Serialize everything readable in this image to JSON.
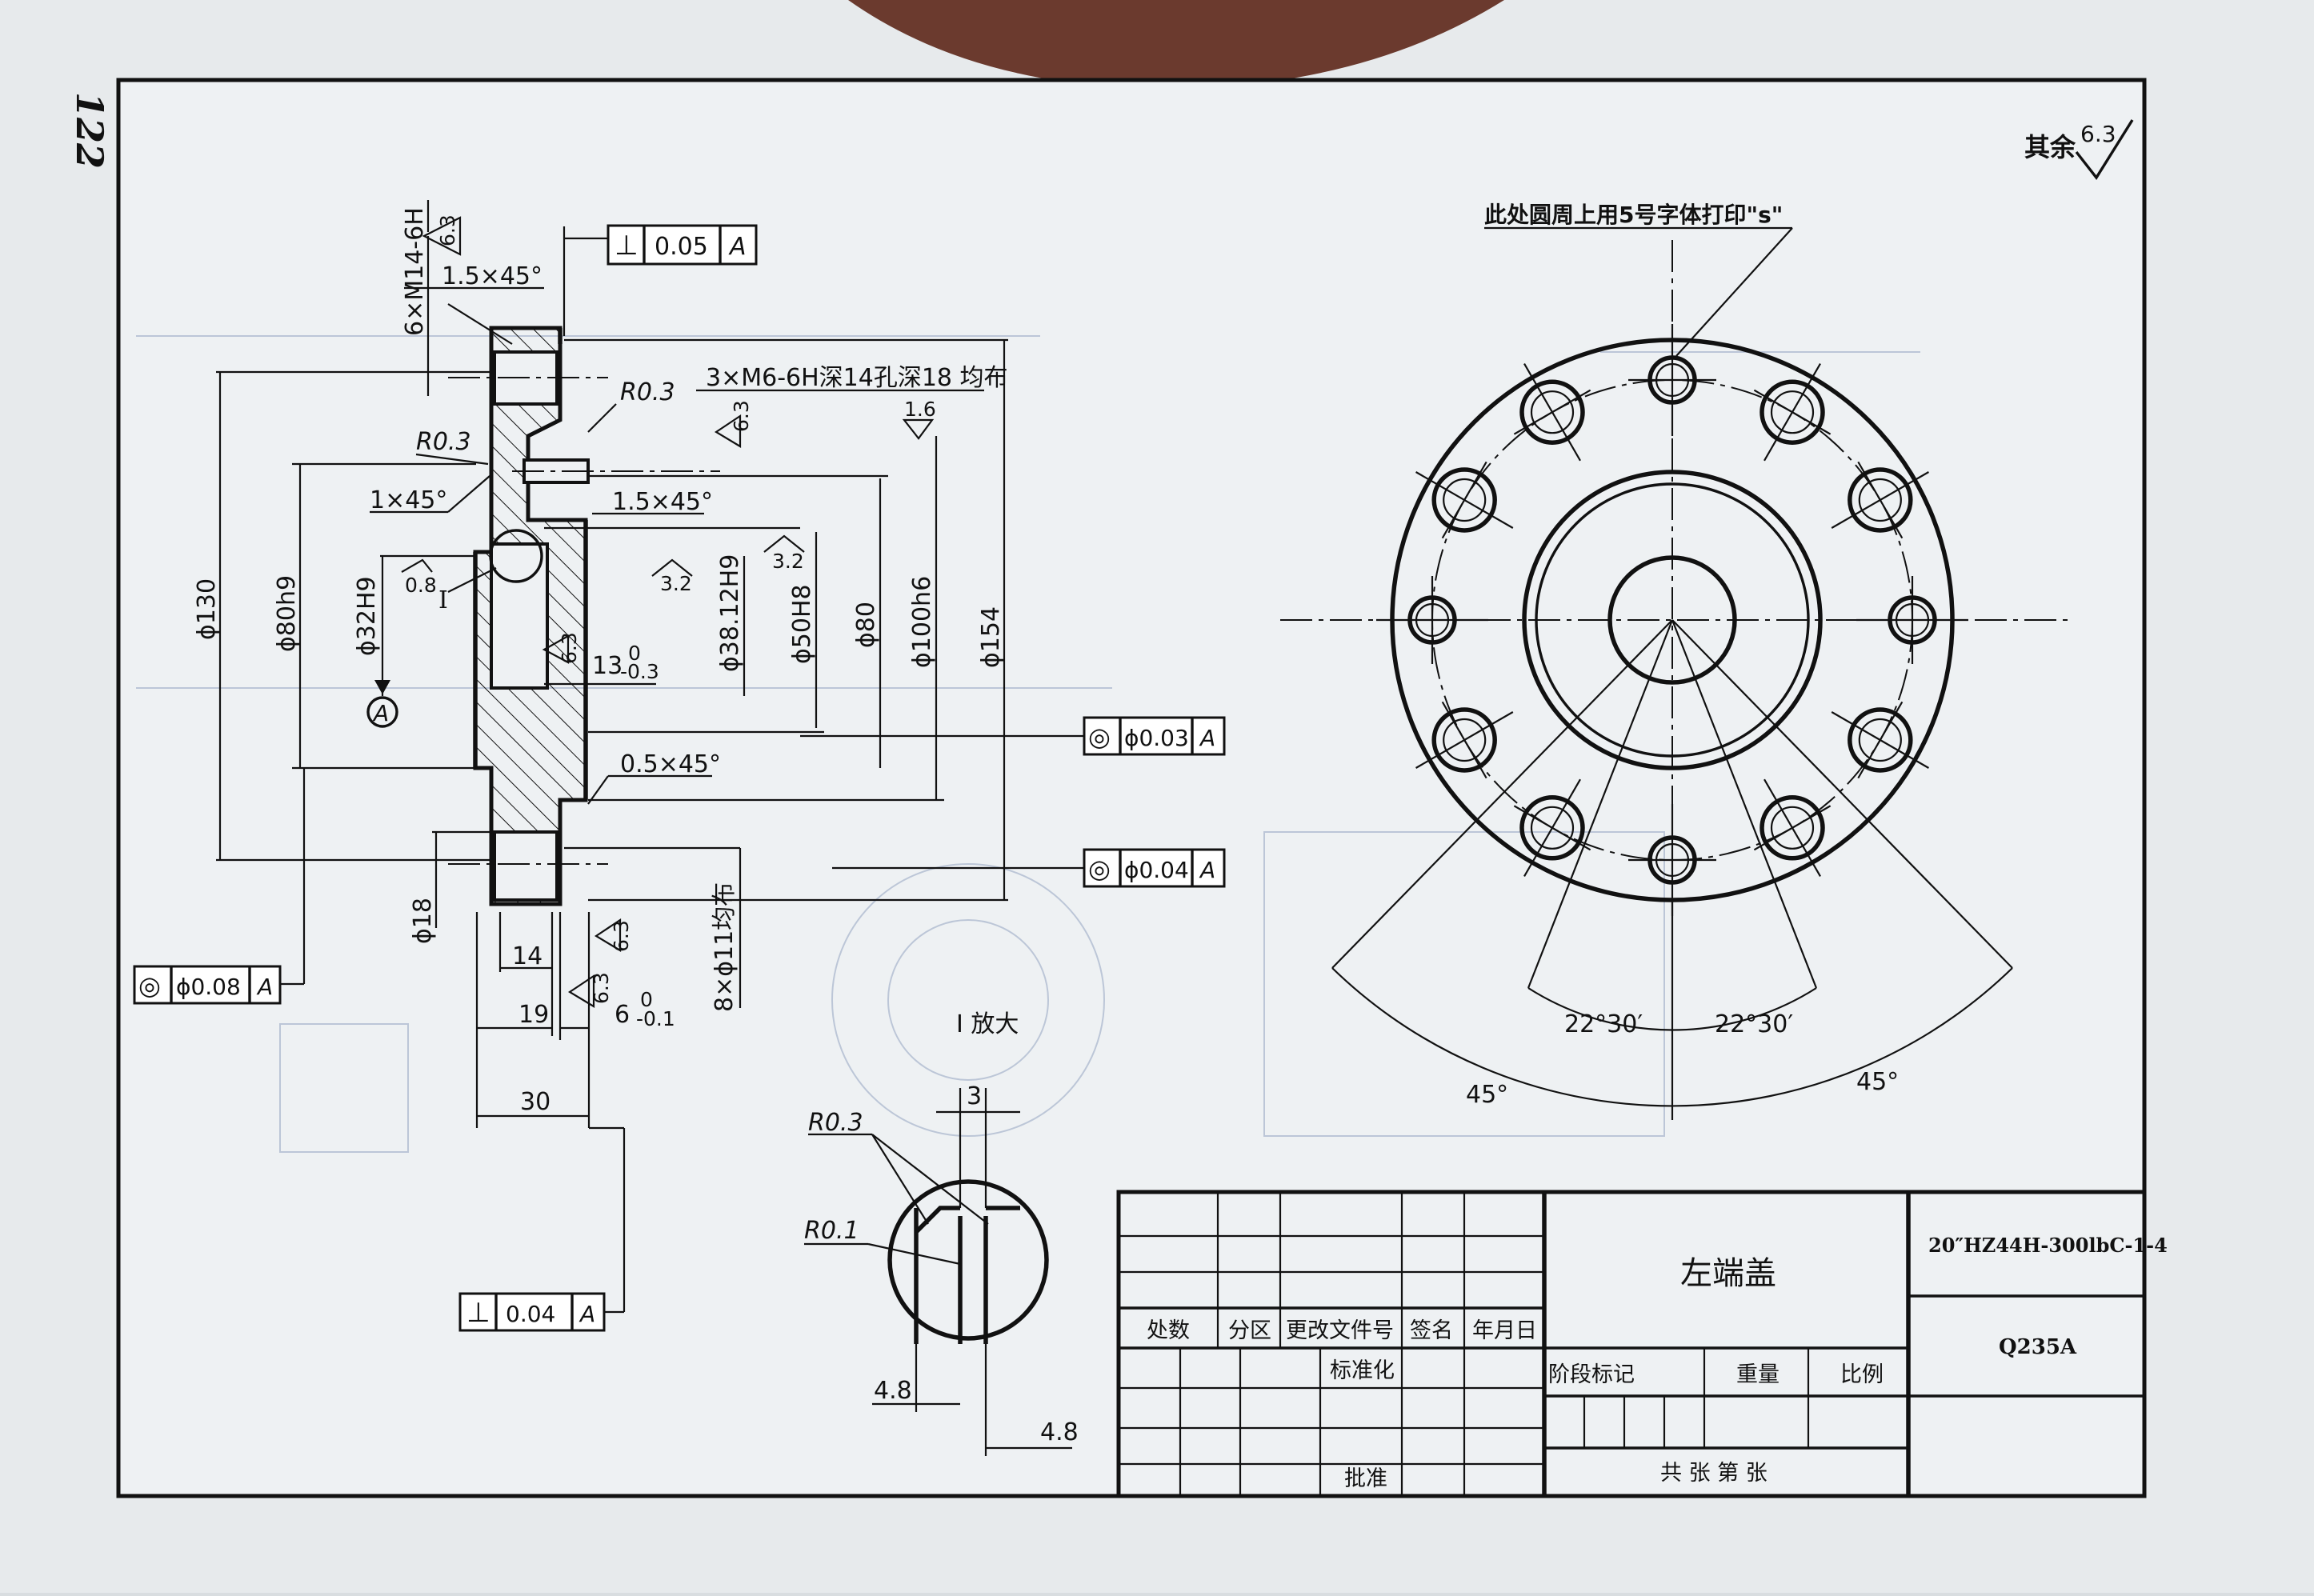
{
  "page_number": "122",
  "surface_note": {
    "prefix": "其余",
    "value": "6.3"
  },
  "annotation_s": "此处圆周上用5号字体打印\"s\"",
  "section_view": {
    "thread_6": "6×M14-6H",
    "thread_6_ra": "6.3",
    "chamfer_top": "1.5×45°",
    "perp_top": {
      "symbol": "⊥",
      "value": "0.05",
      "datum": "A"
    },
    "thread_3": "3×M6-6H深14孔深18 均布",
    "thread_3_ra": "6.3",
    "ra_16": "1.6",
    "r03_a": "R0.3",
    "r03_b": "R0.3",
    "chamfer_1": "1×45°",
    "chamfer_15": "1.5×45°",
    "d130": "ϕ130",
    "d80h9": "ϕ80h9",
    "d32h9": "ϕ32H9",
    "ra_08": "0.8",
    "detail_mark": "I",
    "ra_32a": "3.2",
    "d3812": "ϕ38.12H9",
    "d50h8": "ϕ50H8",
    "ra_32b": "3.2",
    "d80": "ϕ80",
    "d100h6": "ϕ100h6",
    "d154": "ϕ154",
    "ra_63a": "6.3",
    "dim_13": "13",
    "dim_13_tol_up": "0",
    "dim_13_tol_dn": "-0.3",
    "datum_a": "A",
    "conc_003": {
      "symbol": "◎",
      "value": "ϕ0.03",
      "datum": "A"
    },
    "chamfer_05": "0.5×45°",
    "conc_004": {
      "symbol": "◎",
      "value": "ϕ0.04",
      "datum": "A"
    },
    "d18": "ϕ18",
    "dim_14": "14",
    "ra_63b": "6.3",
    "ra_63c": "6.3",
    "holes_8": "8×ϕ11均布",
    "conc_008": {
      "symbol": "◎",
      "value": "ϕ0.08",
      "datum": "A"
    },
    "dim_19": "19",
    "dim_6": "6",
    "dim_6_tol_up": "0",
    "dim_6_tol_dn": "-0.1",
    "dim_30": "30",
    "perp_bottom": {
      "symbol": "⊥",
      "value": "0.04",
      "datum": "A"
    }
  },
  "detail_view": {
    "title": "I 放大",
    "dim_3": "3",
    "r03": "R0.3",
    "r01": "R0.1",
    "dim_48a": "4.8",
    "dim_48b": "4.8"
  },
  "front_view": {
    "angle_left": "22°30′",
    "angle_right": "22°30′",
    "angle_45_left": "45°",
    "angle_45_right": "45°"
  },
  "title_block": {
    "part_name": "左端盖",
    "drawing_no": "20″HZ44H-300lbC-1-4",
    "material": "Q235A",
    "h_chushu": "处数",
    "h_fenqu": "分区",
    "h_gaiwen": "更改文件号",
    "h_qianming": "签名",
    "h_nianyueri": "年月日",
    "h_biaozhun": "标准化",
    "h_jieduan": "阶段标记",
    "h_zhongliang": "重量",
    "h_bili": "比例",
    "h_pizhun": "批准",
    "h_zhang": "共   张   第   张"
  }
}
